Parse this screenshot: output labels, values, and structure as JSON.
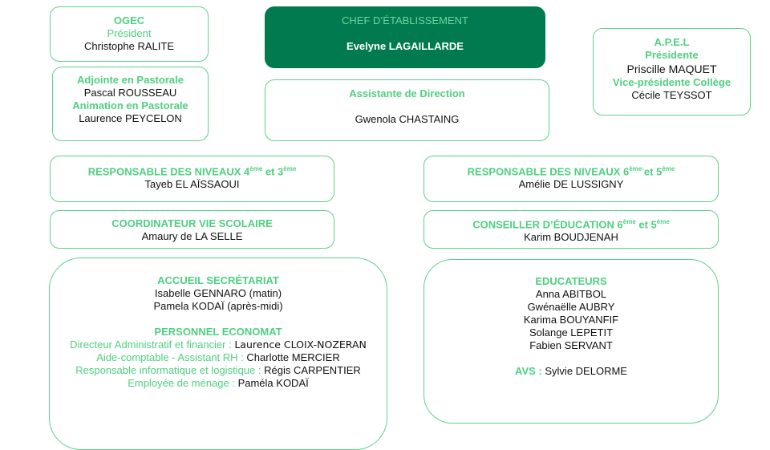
{
  "ogec": {
    "title": "OGEC",
    "role": "Président",
    "name": "Christophe RALITE"
  },
  "pastorale": {
    "role1": "Adjointe en Pastorale",
    "name1": "Pascal ROUSSEAU",
    "role2": "Animation en Pastorale",
    "name2": "Laurence PEYCELON"
  },
  "chef": {
    "title": "CHEF D’ÉTABLISSEMENT",
    "name": "Evelyne LAGAILLARDE"
  },
  "assistante": {
    "title": "Assistante de Direction",
    "name": "Gwenola CHASTAING"
  },
  "apel": {
    "title": "A.P.E.L",
    "role1": "Présidente",
    "name1": "Priscille MAQUET",
    "role2": "Vice-présidente Collège",
    "name2": "Cécile TEYSSOT"
  },
  "resp43": {
    "title": "RESPONSABLE DES NIVEAUX 4",
    "sup1": "ème",
    "mid": " et 3",
    "sup2": "ème",
    "name": "Tayeb EL AÏSSAOUI"
  },
  "resp65": {
    "title": "RESPONSABLE DES NIVEAUX 6",
    "sup1": "ème-",
    "mid": "et 5",
    "sup2": "ème",
    "name": "Amélie DE LUSSIGNY"
  },
  "coord": {
    "title": "COORDINATEUR VIE SCOLAIRE",
    "name": "Amaury de LA SELLE"
  },
  "conseiller": {
    "title": "CONSEILLER D’ÉDUCATION 6",
    "sup1": "ème",
    "mid": " et 5",
    "sup2": "ème",
    "name": "Karim BOUDJENAH"
  },
  "accueil": {
    "title": "ACCUEIL SECRÉTARIAT",
    "names": [
      "Isabelle GENNARO (matin)",
      "Pamela KODAÏ (après-midi)"
    ],
    "economat_title": "PERSONNEL ECONOMAT",
    "economat": [
      {
        "role": "Directeur Administratif et financier : ",
        "name": "Laurence CLOIX-NOZERAN"
      },
      {
        "role": "Aide-comptable - Assistant RH : ",
        "name": "Charlotte MERCIER"
      },
      {
        "role": "Responsable  informatique et logistique : ",
        "name": " Régis CARPENTIER"
      },
      {
        "role": "Employée de ménage : ",
        "name": "Paméla KODAÏ"
      }
    ]
  },
  "educateurs": {
    "title": "EDUCATEURS",
    "names": [
      "Anna ABITBOL",
      "Gwénaëlle AUBRY",
      "Karima BOUYANFIF",
      "Solange LEPETIT",
      "Fabien SERVANT"
    ],
    "avs_label": "AVS : ",
    "avs_name": "Sylvie DELORME"
  }
}
